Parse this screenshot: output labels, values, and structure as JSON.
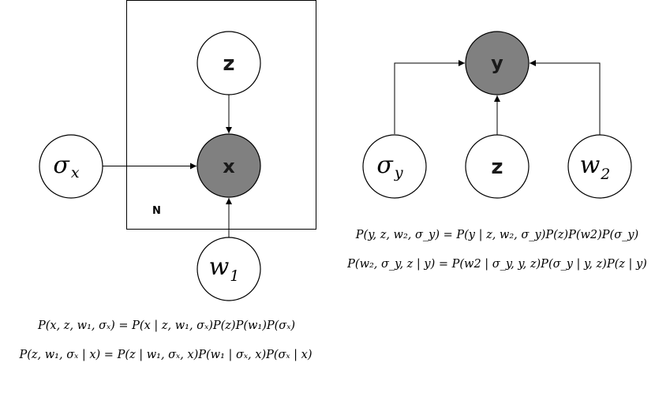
{
  "left_model": {
    "plate_label": "N",
    "nodes": {
      "z": {
        "label": "z"
      },
      "x": {
        "label": "x"
      },
      "sigma_x": {
        "base": "σ",
        "sub": "x"
      },
      "w1": {
        "base": "w",
        "sub": "1"
      }
    },
    "formulas": [
      "P(x, z, w₁, σₓ) = P(x | z, w₁, σₓ)P(z)P(w₁)P(σₓ)",
      "P(z, w₁, σₓ | x) = P(z | w₁, σₓ, x)P(w₁ | σₓ, x)P(σₓ | x)"
    ]
  },
  "right_model": {
    "nodes": {
      "y": {
        "label": "y"
      },
      "sigma_y": {
        "base": "σ",
        "sub": "y"
      },
      "z": {
        "label": "z"
      },
      "w2": {
        "base": "w",
        "sub": "2"
      }
    },
    "formulas": [
      "P(y, z, w₂, σ_y) = P(y | z, w₂, σ_y)P(z)P(w2)P(σ_y)",
      "P(w₂, σ_y, z | y) = P(w2 | σ_y, y, z)P(σ_y | y, z)P(z | y)"
    ]
  },
  "colors": {
    "observed_fill": "#808080",
    "latent_fill": "#ffffff",
    "stroke": "#000000"
  }
}
